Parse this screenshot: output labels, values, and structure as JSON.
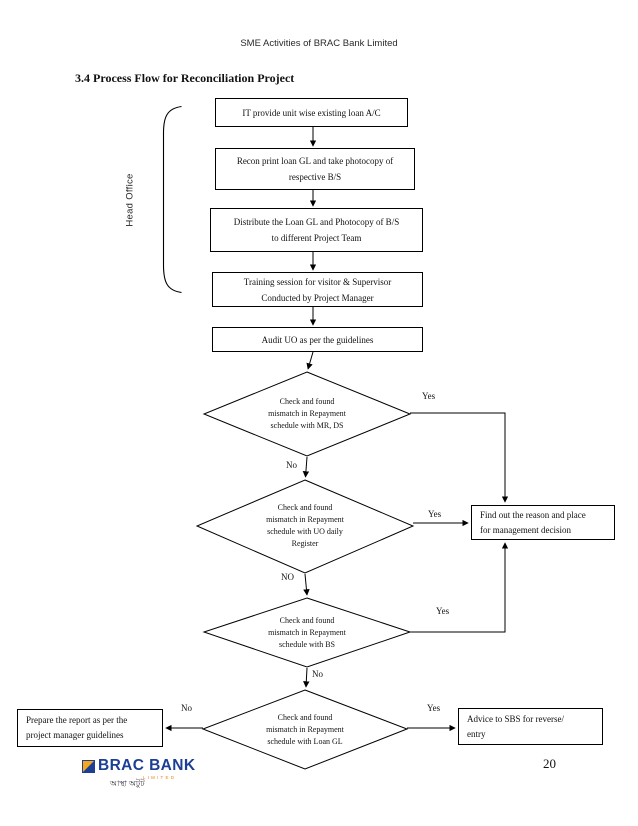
{
  "page": {
    "header": "SME Activities of BRAC Bank Limited",
    "section_title": "3.4 Process Flow for Reconciliation Project",
    "page_number": "20"
  },
  "flowchart": {
    "group_label": "Head Office",
    "steps": [
      {
        "lines": [
          "IT provide unit wise existing loan A/C"
        ]
      },
      {
        "lines": [
          "Recon print loan GL and take photocopy of",
          "respective B/S"
        ]
      },
      {
        "lines": [
          "Distribute the Loan GL and Photocopy of B/S",
          "to different Project Team"
        ]
      },
      {
        "lines": [
          "Training session for visitor & Supervisor",
          "Conducted by Project Manager"
        ]
      },
      {
        "lines": [
          "Audit UO as per the guidelines"
        ]
      }
    ],
    "decisions": [
      {
        "lines": [
          "Check and found",
          "mismatch in Repayment",
          "schedule with MR, DS"
        ],
        "yes": "Yes",
        "no": "No"
      },
      {
        "lines": [
          "Check and found",
          "mismatch in Repayment",
          "schedule with UO daily",
          "Register"
        ],
        "yes": "Yes",
        "no": "NO"
      },
      {
        "lines": [
          "Check and found",
          "mismatch in Repayment",
          "schedule with BS"
        ],
        "yes": "Yes",
        "no": "No"
      },
      {
        "lines": [
          "Check and found",
          "mismatch in Repayment",
          "schedule with Loan GL"
        ],
        "yes": "Yes",
        "no": "No"
      }
    ],
    "side_boxes": {
      "find_reason": {
        "lines": [
          "Find out the reason and place",
          "for management decision"
        ]
      },
      "prepare_report": {
        "lines": [
          "Prepare the report as per the",
          "project manager guidelines"
        ]
      },
      "advice_sbs": {
        "lines": [
          "Advice to SBS for reverse/",
          "entry"
        ]
      }
    }
  },
  "logo": {
    "brand": "BRAC BANK",
    "subtext": "LIMITED",
    "tagline": "আস্থা অটুট",
    "colors": {
      "navy": "#1c3e95",
      "gold": "#f5a81c",
      "orange": "#e8821d"
    }
  }
}
